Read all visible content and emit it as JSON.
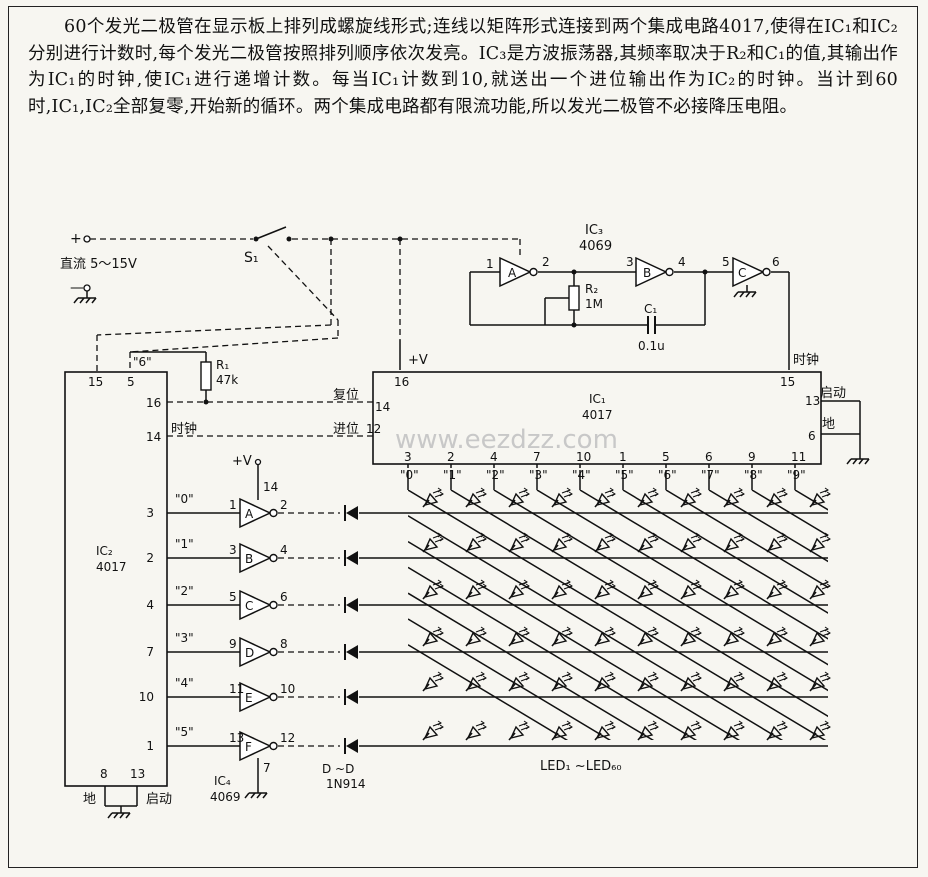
{
  "description": {
    "paragraph": "60个发光二极管在显示板上排列成螺旋线形式;连线以矩阵形式连接到两个集成电路4017,使得在IC₁和IC₂分别进行计数时,每个发光二极管按照排列顺序依次发亮。IC₃是方波振荡器,其频率取决于R₂和C₁的值,其输出作为IC₁的时钟,使IC₁进行递增计数。每当IC₁计数到10,就送出一个进位输出作为IC₂的时钟。当计到60时,IC₁,IC₂全部复零,开始新的循环。两个集成电路都有限流功能,所以发光二极管不必接降压电阻。"
  },
  "power": {
    "plus": "+",
    "supply": "直流 5～15V",
    "minus": "—",
    "switch": "S₁",
    "vplus": "+V"
  },
  "ic3": {
    "name": "IC₃",
    "part": "4069",
    "gate_a": "A",
    "gate_b": "B",
    "gate_c": "C",
    "pin_a_in": "1",
    "pin_a_out": "2",
    "pin_b_in": "3",
    "pin_b_out": "4",
    "pin_c_in": "5",
    "pin_c_out": "6",
    "r2": "R₂",
    "r2_val": "1M",
    "c1": "C₁",
    "c1_val": "0.1u"
  },
  "ic1": {
    "name": "IC₁",
    "part": "4017",
    "pin_vdd": "16",
    "label_reset": "复位",
    "pin_reset": "14",
    "label_carry": "进位",
    "pin_carry": "12",
    "label_clock": "时钟",
    "pin_clock": "15",
    "label_start": "启动",
    "pin_start": "13",
    "label_gnd": "地",
    "pin_gnd": "6",
    "outputs": [
      {
        "label": "\"0\"",
        "pin": "3"
      },
      {
        "label": "\"1\"",
        "pin": "2"
      },
      {
        "label": "\"2\"",
        "pin": "4"
      },
      {
        "label": "\"3\"",
        "pin": "7"
      },
      {
        "label": "\"4\"",
        "pin": "10"
      },
      {
        "label": "\"5\"",
        "pin": "1"
      },
      {
        "label": "\"6\"",
        "pin": "5"
      },
      {
        "label": "\"7\"",
        "pin": "6"
      },
      {
        "label": "\"8\"",
        "pin": "9"
      },
      {
        "label": "\"9\"",
        "pin": "11"
      }
    ]
  },
  "ic2": {
    "name": "IC₂",
    "part": "4017",
    "pin_15": "15",
    "pin_5": "5",
    "label_6": "\"6\"",
    "pin_16": "16",
    "pin_14": "14",
    "label_clock": "时钟",
    "pin_8": "8",
    "pin_13": "13",
    "label_gnd": "地",
    "label_start": "启动",
    "r1": "R₁",
    "r1_val": "47k",
    "outputs": [
      {
        "pin": "3",
        "label": "\"0\""
      },
      {
        "pin": "2",
        "label": "\"1\""
      },
      {
        "pin": "4",
        "label": "\"2\""
      },
      {
        "pin": "7",
        "label": "\"3\""
      },
      {
        "pin": "10",
        "label": "\"4\""
      },
      {
        "pin": "1",
        "label": "\"5\""
      }
    ]
  },
  "ic4": {
    "name": "IC₄",
    "part": "4069",
    "vplus": "+V",
    "pin_vdd": "14",
    "pin_gnd": "7",
    "gates": [
      {
        "name": "A",
        "in": "1",
        "out": "2"
      },
      {
        "name": "B",
        "in": "3",
        "out": "4"
      },
      {
        "name": "C",
        "in": "5",
        "out": "6"
      },
      {
        "name": "D",
        "in": "9",
        "out": "8"
      },
      {
        "name": "E",
        "in": "11",
        "out": "10"
      },
      {
        "name": "F",
        "in": "13",
        "out": "12"
      }
    ]
  },
  "diodes": {
    "range": "D ~D",
    "part": "1N914"
  },
  "leds": {
    "label": "LED₁ ~LED₆₀"
  },
  "watermark": "www.eezdzz.com"
}
